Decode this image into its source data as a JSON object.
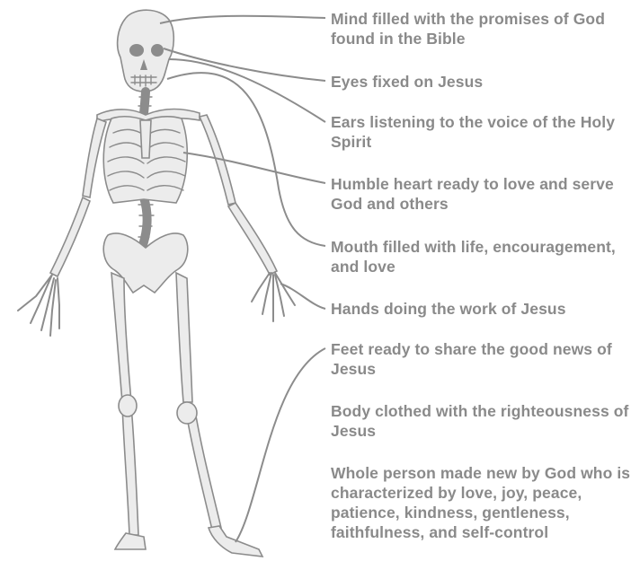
{
  "labels": [
    {
      "id": "mind",
      "text": "Mind filled with the promises of God found in the Bible"
    },
    {
      "id": "eyes",
      "text": "Eyes fixed on Jesus"
    },
    {
      "id": "ears",
      "text": "Ears listening to the voice of the Holy Spirit"
    },
    {
      "id": "heart",
      "text": "Humble heart ready to love and serve God and others"
    },
    {
      "id": "mouth",
      "text": "Mouth filled with life, encouragement, and love"
    },
    {
      "id": "hands",
      "text": "Hands doing the work of Jesus"
    },
    {
      "id": "feet",
      "text": "Feet ready to share the good news of Jesus"
    },
    {
      "id": "body",
      "text": "Body clothed with the righteousness of Jesus"
    },
    {
      "id": "whole",
      "text": "Whole person made new by God who is characterized by love, joy, peace, patience, kindness, gentleness, faithfulness, and self-control"
    }
  ],
  "colors": {
    "ink": "#8a8a8a",
    "bone": "#ececec"
  }
}
